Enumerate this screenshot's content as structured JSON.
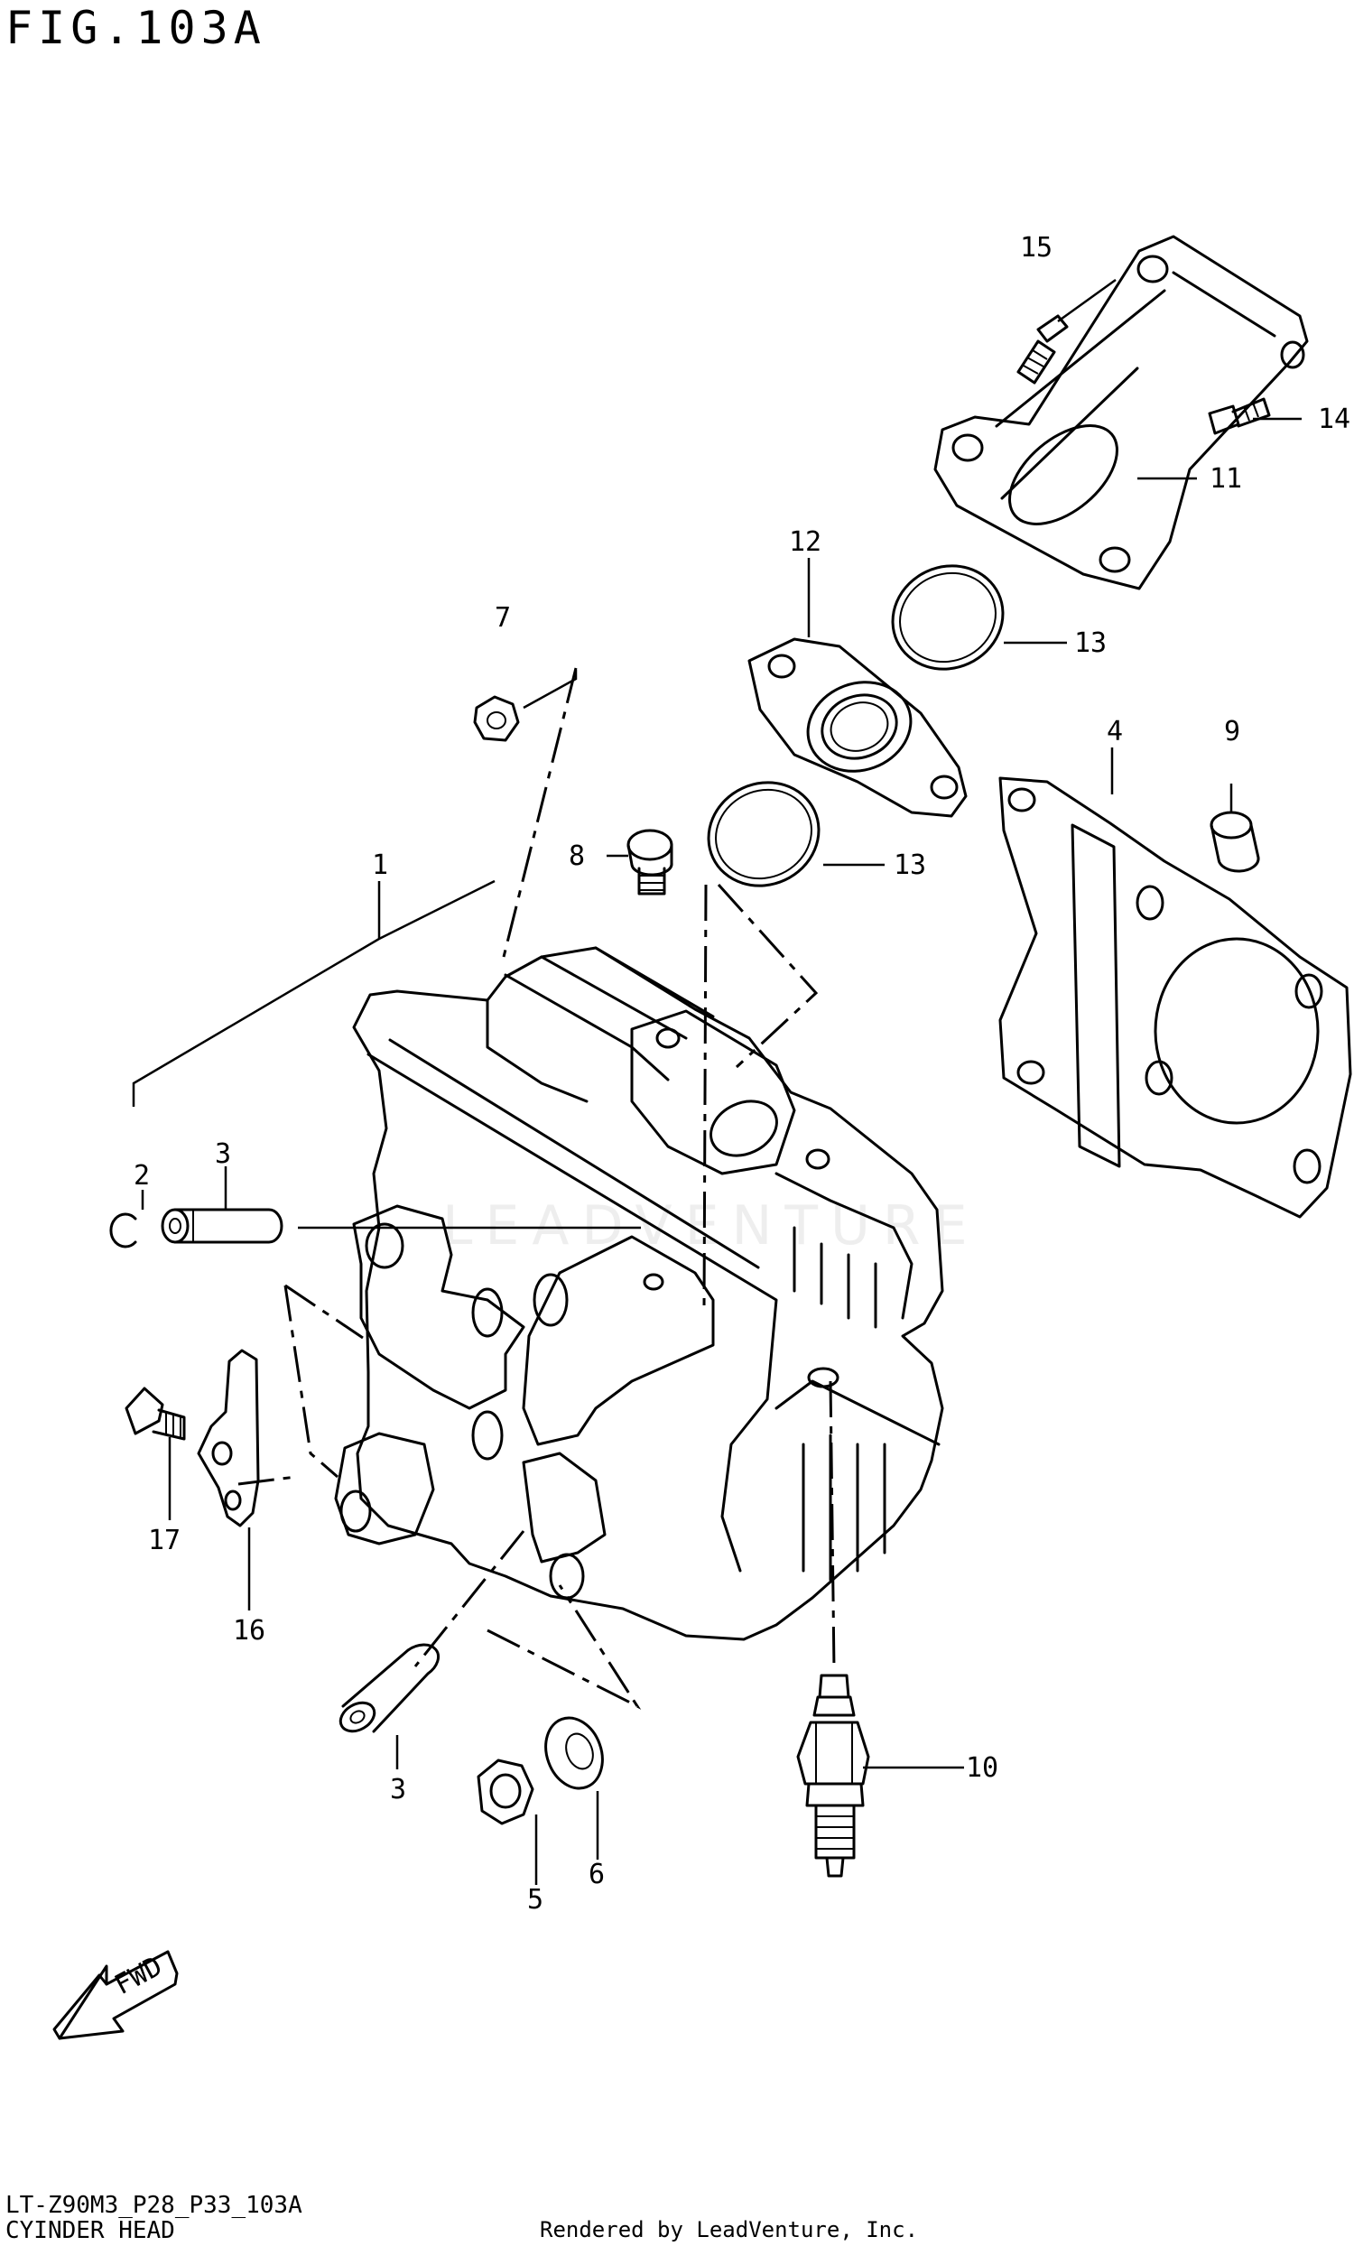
{
  "figure": {
    "title": "FIG.103A",
    "model_code": "LT-Z90M3_P28_P33_103A",
    "section_name": "CYINDER HEAD",
    "rendered_by": "Rendered by LeadVenture, Inc."
  },
  "callouts": [
    "1",
    "2",
    "3",
    "3",
    "4",
    "5",
    "6",
    "7",
    "8",
    "9",
    "10",
    "11",
    "12",
    "13",
    "13",
    "14",
    "15",
    "16",
    "17"
  ],
  "fwd_label": "FWD"
}
